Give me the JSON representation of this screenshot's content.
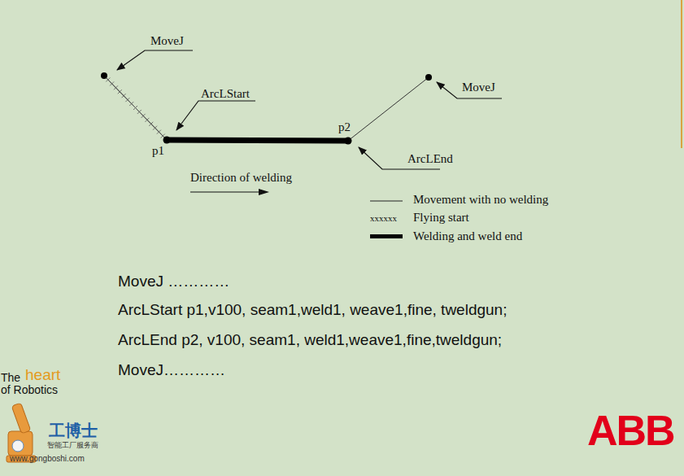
{
  "diagram": {
    "labels": [
      "MoveJ",
      "ArcLStart",
      "p1",
      "p2",
      "MoveJ",
      "ArcLEnd",
      "Direction of welding",
      "xxxxxx",
      "MoveJ …………",
      "ArcLStart p1,v100, seam1,weld1, weave1,fine, tweldgun;",
      "ArcLEnd p2, v100, seam1, weld1,weave1,fine,tweldgun;",
      "MoveJ…………",
      "The",
      "heart",
      "of Robotics",
      "工博士",
      "智能工厂服务商",
      "www.gongboshi.com",
      "ABB"
    ],
    "legend": [
      {
        "text": "Movement with no welding"
      },
      {
        "text": "Flying start"
      },
      {
        "text": "Welding and weld end"
      }
    ]
  }
}
